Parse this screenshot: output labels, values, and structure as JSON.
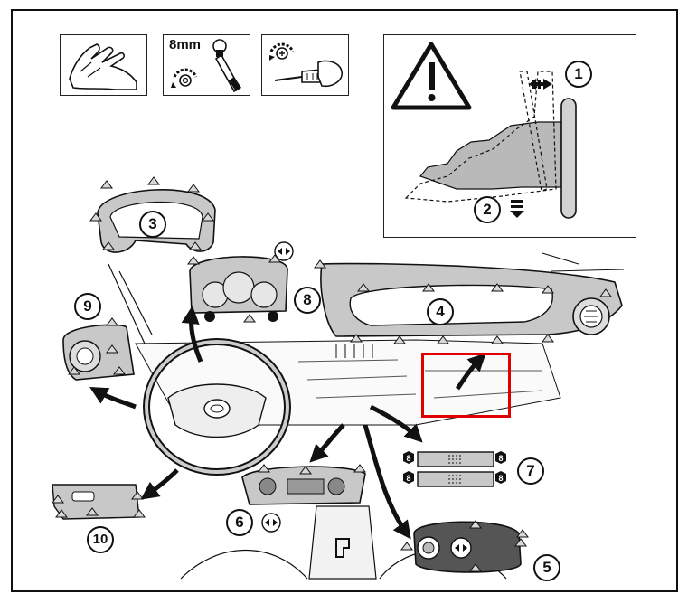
{
  "tools": {
    "gloves": {
      "icon": "work-gloves-icon"
    },
    "socket": {
      "label": "8mm",
      "icon": "socket-ratchet-icon"
    },
    "screwdriver": {
      "icon": "phillips-screwdriver-icon"
    }
  },
  "warning": {
    "icon": "warning-triangle-icon",
    "steps": [
      "1",
      "2"
    ]
  },
  "callouts": {
    "c3": "3",
    "c4": "4",
    "c5": "5",
    "c6": "6",
    "c7": "7",
    "c8": "8",
    "c9": "9",
    "c10": "10"
  },
  "fastener_labels": {
    "bolt": "8"
  },
  "colors": {
    "part_fill": "#c8c8c8",
    "outline": "#111111",
    "highlight": "#e00000"
  }
}
